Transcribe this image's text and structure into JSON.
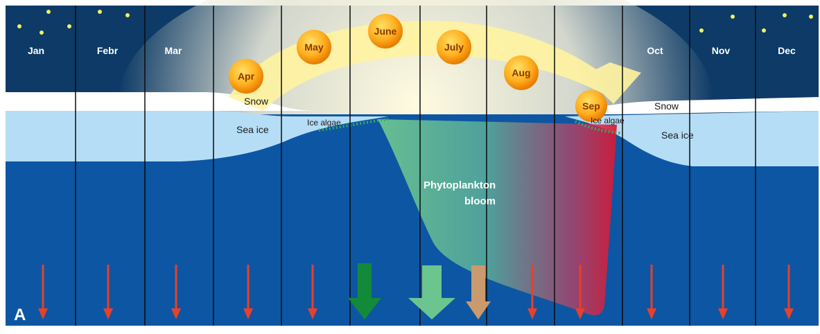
{
  "panel_label": "A",
  "months": [
    "Jan",
    "Febr",
    "Mar",
    "",
    "",
    "",
    "",
    "",
    "",
    "Oct",
    "Nov",
    "Dec"
  ],
  "suns": [
    "Apr",
    "May",
    "June",
    "July",
    "Aug",
    "Sep"
  ],
  "labels": {
    "snow_left": "Snow",
    "sea_ice_left": "Sea ice",
    "ice_algae_left": "Ice algae",
    "ice_algae_right": "Ice algae",
    "snow_right": "Snow",
    "sea_ice_right": "Sea ice",
    "phytoplankton_line1": "Phytoplankton",
    "phytoplankton_line2": "bloom"
  },
  "colors": {
    "night_sky": "#0d3a66",
    "ocean": "#0d56a3",
    "sea_ice": "#b5ddf5",
    "snow": "#ffffff",
    "sunlight": "#fff3a0",
    "bloom_green": "#5fbf86",
    "bloom_red": "#e0102a",
    "flux_red": "#e8402a",
    "flux_dark_green": "#138a3a",
    "flux_light_green": "#6cc58f",
    "flux_tan": "#c99a6e"
  },
  "export_arrows": [
    "red",
    "red",
    "red",
    "red",
    "red",
    "dark-green",
    "light-green",
    "tan",
    "red",
    "red",
    "red",
    "red",
    "red"
  ]
}
